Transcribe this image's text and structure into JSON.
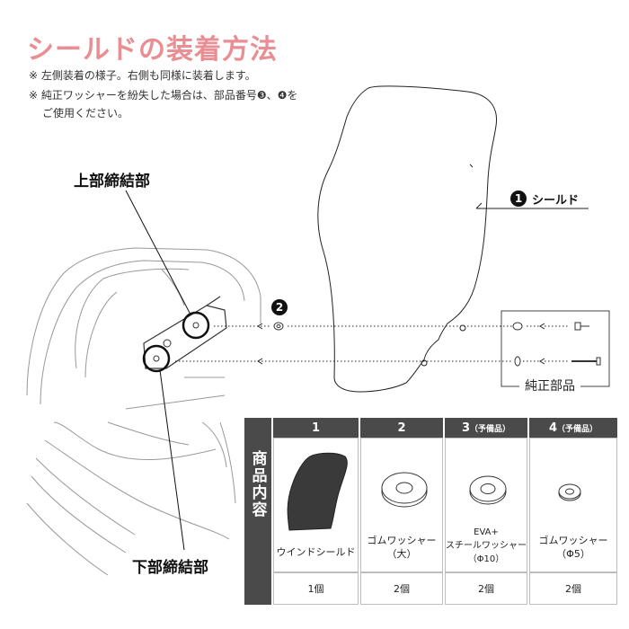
{
  "header": {
    "title": "シールドの装着方法",
    "title_color": "#e98e93",
    "notes": [
      "※ 左側装着の様子。右側も同様に装着します。",
      "※ 純正ワッシャーを紛失した場合は、部品番号❸、❹を",
      "ご使用ください。"
    ]
  },
  "diagram": {
    "callout_top": "上部締結部",
    "callout_bottom": "下部締結部",
    "shield_label": "シールド",
    "shield_number": "1",
    "washer_number": "2",
    "genuine_parts_label": "純正部品"
  },
  "table": {
    "side_caption": "商品内容",
    "columns": [
      {
        "no": "1",
        "note": "",
        "name": [
          "ウインドシールド"
        ],
        "qty": "1個",
        "icon": "windshield-part"
      },
      {
        "no": "2",
        "note": "",
        "name": [
          "ゴムワッシャー",
          "（大）"
        ],
        "qty": "2個",
        "icon": "washer-large"
      },
      {
        "no": "3",
        "note": "（予備品）",
        "name": [
          "EVA+",
          "スチールワッシャー",
          "（Φ10）"
        ],
        "qty": "2個",
        "icon": "washer-eva"
      },
      {
        "no": "4",
        "note": "（予備品）",
        "name": [
          "ゴムワッシャー",
          "（Φ5）"
        ],
        "qty": "2個",
        "icon": "washer-small"
      }
    ],
    "header_color": "#4a4a4a"
  }
}
